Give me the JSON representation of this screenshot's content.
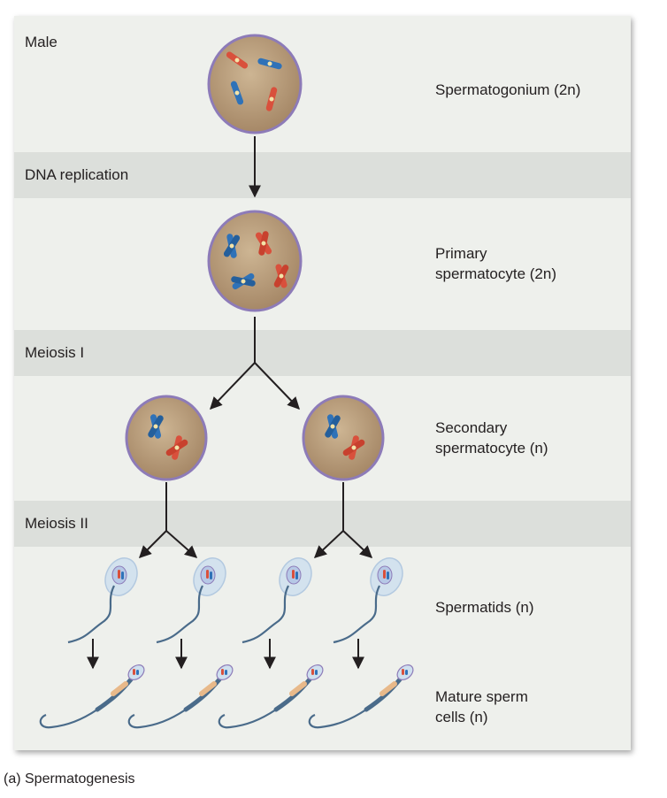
{
  "stages": {
    "male": "Male",
    "dna_replication": "DNA replication",
    "meiosis_1": "Meiosis I",
    "meiosis_2": "Meiosis II"
  },
  "cells": {
    "spermatogonium": "Spermatogonium (2n)",
    "primary_line1": "Primary",
    "primary_line2": "spermatocyte (2n)",
    "secondary_line1": "Secondary",
    "secondary_line2": "spermatocyte (n)",
    "spermatids": "Spermatids (n)",
    "mature_line1": "Mature sperm",
    "mature_line2": "cells (n)"
  },
  "caption": "(a) Spermatogenesis",
  "colors": {
    "panel": "#eef0ec",
    "band": "#dcdfdb",
    "cell_fill": "#b59a78",
    "cell_border": "#8d7bb8",
    "chromosome_red": "#d9503c",
    "chromosome_blue": "#2f72b8",
    "sperm_body": "#4a6b8a",
    "sperm_head": "#a9c3de"
  }
}
